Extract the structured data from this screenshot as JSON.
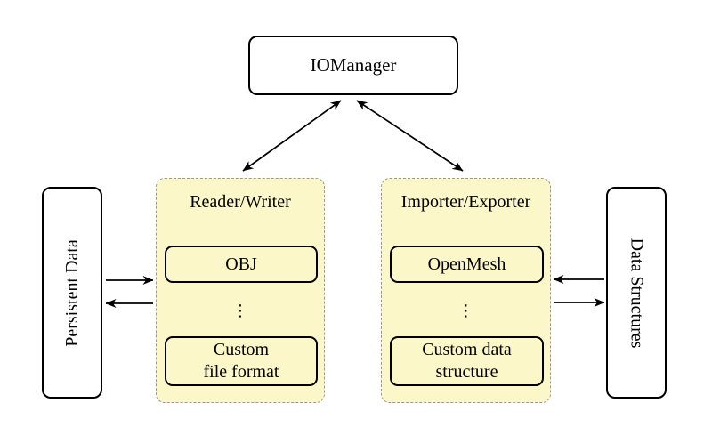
{
  "nodes": {
    "io_manager": "IOManager",
    "persistent_data": "Persistent Data",
    "data_structures": "Data Structures"
  },
  "reader_writer": {
    "title": "Reader/Writer",
    "top_item": "OBJ",
    "dots": "⋮",
    "bottom_item": "Custom\nfile format"
  },
  "importer_exporter": {
    "title": "Importer/Exporter",
    "top_item": "OpenMesh",
    "dots": "⋮",
    "bottom_item": "Custom data\nstructure"
  },
  "colors": {
    "group-fill": "#fcf7c8",
    "group-border": "#999999",
    "node-border": "#000000",
    "node-fill": "#ffffff",
    "arrow": "#000000",
    "bg": "#ffffff"
  }
}
